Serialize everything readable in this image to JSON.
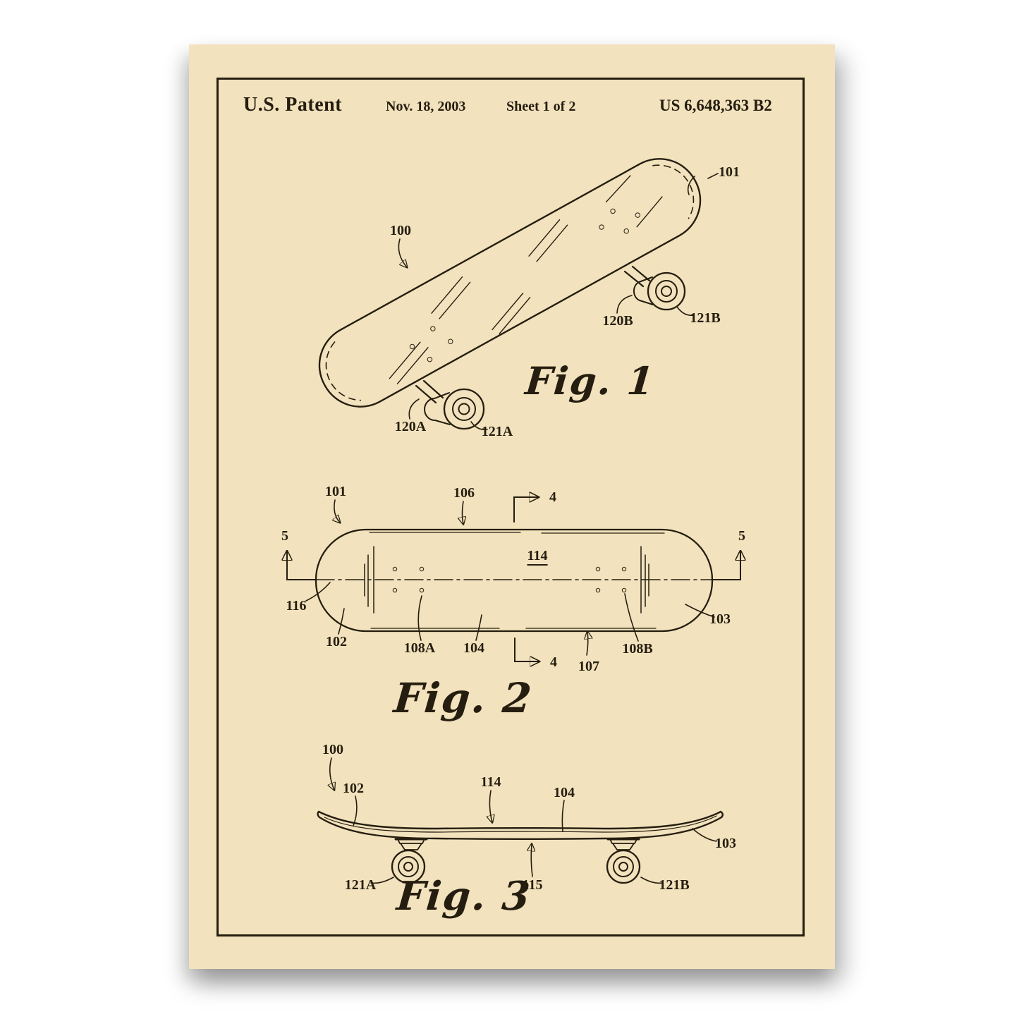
{
  "poster": {
    "header": {
      "title": "U.S. Patent",
      "date": "Nov. 18, 2003",
      "sheet": "Sheet 1 of 2",
      "patent_number": "US 6,648,363 B2"
    },
    "figures": {
      "fig1": {
        "caption": "Fig. 1",
        "labels": [
          "100",
          "101",
          "120B",
          "121B",
          "120A",
          "121A"
        ]
      },
      "fig2": {
        "caption": "Fig. 2",
        "labels": [
          "101",
          "106",
          "4",
          "5",
          "5",
          "114",
          "116",
          "102",
          "108A",
          "104",
          "4",
          "107",
          "108B",
          "103"
        ]
      },
      "fig3": {
        "caption": "Fig. 3",
        "labels": [
          "100",
          "102",
          "114",
          "104",
          "103",
          "121A",
          "115",
          "121B"
        ]
      }
    },
    "colors": {
      "paper": "#f2e2bd",
      "ink": "#251e10",
      "page_bg": "#ffffff"
    }
  }
}
